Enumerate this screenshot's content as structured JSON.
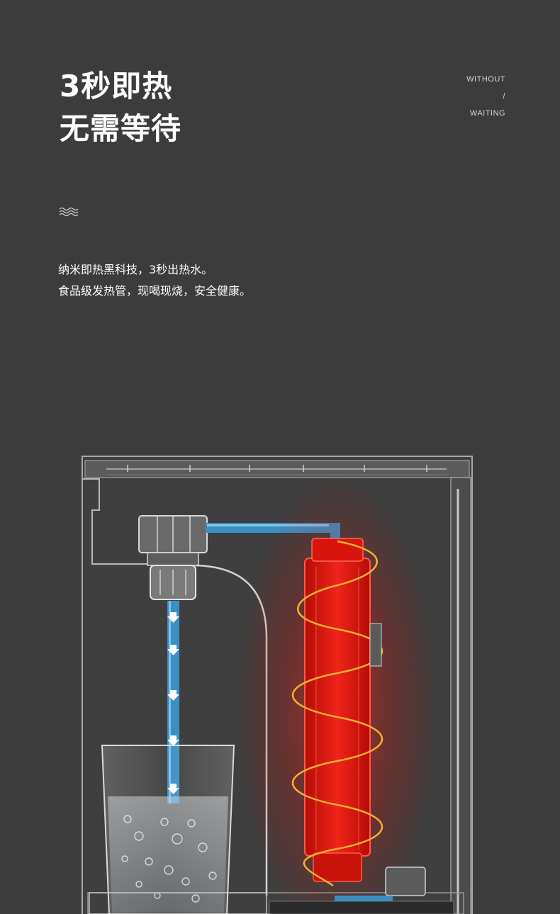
{
  "heading": {
    "line1": "3秒即热",
    "line2": "无需等待"
  },
  "side_tag": {
    "line1": "WITHOUT",
    "separator": "/",
    "line2": "WAITING"
  },
  "icon": "water-wave-icon",
  "description": {
    "line1": "纳米即热黑科技，3秒出热水。",
    "line2": "食品级发热管，现喝现烧，安全健康。"
  },
  "colors": {
    "background": "#3d3c3d",
    "water_flow": "#3a8fc4",
    "heater": "#e0160e",
    "heater_coil": "#ffae2b"
  }
}
